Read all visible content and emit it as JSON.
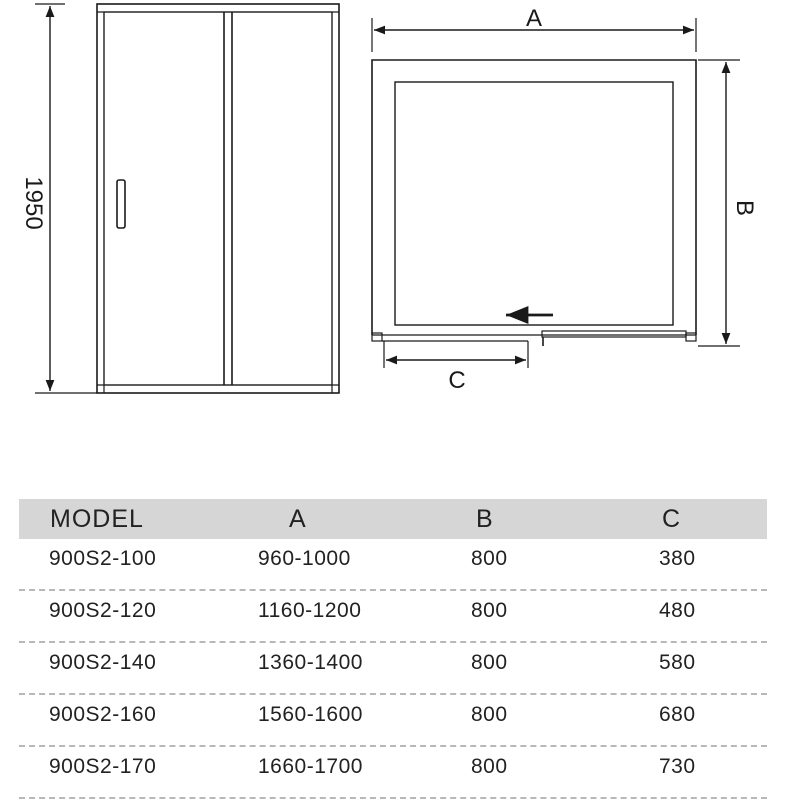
{
  "diagram": {
    "height_dimension": "1950",
    "dim_a_label": "A",
    "dim_b_label": "B",
    "dim_c_label": "C"
  },
  "table": {
    "headers": {
      "model": "MODEL",
      "a": "A",
      "b": "B",
      "c": "C"
    },
    "rows": [
      {
        "model": "900S2-100",
        "a": "960-1000",
        "b": "800",
        "c": "380"
      },
      {
        "model": "900S2-120",
        "a": "1160-1200",
        "b": "800",
        "c": "480"
      },
      {
        "model": "900S2-140",
        "a": "1360-1400",
        "b": "800",
        "c": "580"
      },
      {
        "model": "900S2-160",
        "a": "1560-1600",
        "b": "800",
        "c": "680"
      },
      {
        "model": "900S2-170",
        "a": "1660-1700",
        "b": "800",
        "c": "730"
      }
    ],
    "header_bg": "#d6d6d6"
  }
}
